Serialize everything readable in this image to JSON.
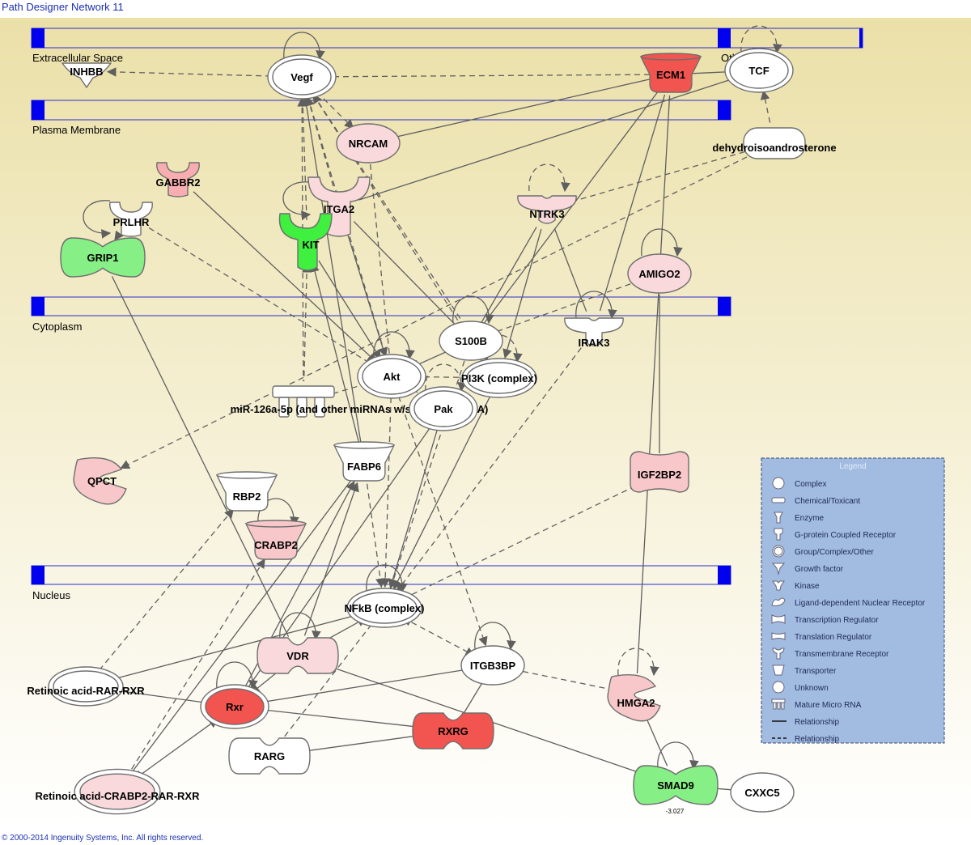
{
  "title": "Path Designer Network 11",
  "footer": "© 2000-2014 Ingenuity Systems, Inc. All rights reserved.",
  "colors": {
    "bg_top": "#ebe0a8",
    "bg_bottom": "#ffffff",
    "membrane_block": "#0000ee",
    "membrane_line": "#2b2bcc",
    "edge": "#5f5f5f",
    "red": "#f2544f",
    "pink": "#f9d9db",
    "light_pink": "#f8c7c9",
    "salmon": "#f8aeb0",
    "green": "#86f086",
    "bright_green": "#3ff03f",
    "white": "#ffffff",
    "legend_bg": "#a2bbe1"
  },
  "compartments": {
    "extracellular": "Extracellular Space",
    "other": "Other",
    "plasma_membrane": "Plasma Membrane",
    "cytoplasm": "Cytoplasm",
    "nucleus": "Nucleus"
  },
  "nodes": {
    "INHBB": {
      "label": "INHBB",
      "shape": "growth-factor",
      "fill": "white"
    },
    "Vegf": {
      "label": "Vegf",
      "shape": "group",
      "fill": "white"
    },
    "ECM1": {
      "label": "ECM1",
      "shape": "transporter",
      "fill": "red"
    },
    "TCF": {
      "label": "TCF",
      "shape": "group",
      "fill": "white"
    },
    "NRCAM": {
      "label": "NRCAM",
      "shape": "other",
      "fill": "pink"
    },
    "dehydroisoandrosterone": {
      "label": "dehydroisoandrosterone",
      "shape": "chemical",
      "fill": "white"
    },
    "GABBR2": {
      "label": "GABBR2",
      "shape": "gpcr",
      "fill": "salmon"
    },
    "ITGA2": {
      "label": "ITGA2",
      "shape": "transmembrane-receptor",
      "fill": "pink"
    },
    "PRLHR": {
      "label": "PRLHR",
      "shape": "gpcr",
      "fill": "white"
    },
    "NTRK3": {
      "label": "NTRK3",
      "shape": "kinase",
      "fill": "pink"
    },
    "KIT": {
      "label": "KIT",
      "shape": "kinase-receptor",
      "fill": "bright_green"
    },
    "GRIP1": {
      "label": "GRIP1",
      "shape": "transcription-regulator",
      "fill": "green"
    },
    "AMIGO2": {
      "label": "AMIGO2",
      "shape": "other",
      "fill": "pink"
    },
    "S100B": {
      "label": "S100B",
      "shape": "other",
      "fill": "white"
    },
    "IRAK3": {
      "label": "IRAK3",
      "shape": "kinase",
      "fill": "white"
    },
    "Akt": {
      "label": "Akt",
      "shape": "group",
      "fill": "white"
    },
    "PI3K": {
      "label": "PI3K (complex)",
      "shape": "complex",
      "fill": "white"
    },
    "miR126": {
      "label": "miR-126a-5p (and other miRNAs w/seed AUUAUUA)",
      "shape": "mirna",
      "fill": "white"
    },
    "Pak": {
      "label": "Pak",
      "shape": "group",
      "fill": "white"
    },
    "FABP6": {
      "label": "FABP6",
      "shape": "transporter",
      "fill": "white"
    },
    "QPCT": {
      "label": "QPCT",
      "shape": "enzyme",
      "fill": "light_pink"
    },
    "IGF2BP2": {
      "label": "IGF2BP2",
      "shape": "translation-regulator",
      "fill": "light_pink"
    },
    "RBP2": {
      "label": "RBP2",
      "shape": "transporter",
      "fill": "white"
    },
    "CRABP2": {
      "label": "CRABP2",
      "shape": "transporter",
      "fill": "light_pink"
    },
    "NFkB": {
      "label": "NFkB (complex)",
      "shape": "complex",
      "fill": "white"
    },
    "VDR": {
      "label": "VDR",
      "shape": "ligand-receptor",
      "fill": "pink"
    },
    "ITGB3BP": {
      "label": "ITGB3BP",
      "shape": "other",
      "fill": "white"
    },
    "HMGA2": {
      "label": "HMGA2",
      "shape": "enzyme",
      "fill": "light_pink"
    },
    "RetinoicRAR": {
      "label": "Retinoic acid-RAR-RXR",
      "shape": "complex",
      "fill": "white"
    },
    "Rxr": {
      "label": "Rxr",
      "shape": "group",
      "fill": "red"
    },
    "RXRG": {
      "label": "RXRG",
      "shape": "ligand-receptor",
      "fill": "red"
    },
    "RARG": {
      "label": "RARG",
      "shape": "ligand-receptor",
      "fill": "white"
    },
    "RetinoicCRABP2": {
      "label": "Retinoic acid-CRABP2-RAR-RXR",
      "shape": "complex",
      "fill": "pink"
    },
    "SMAD9": {
      "label": "SMAD9",
      "shape": "transcription-regulator",
      "fill": "green"
    },
    "CXXC5": {
      "label": "CXXC5",
      "shape": "other",
      "fill": "white"
    }
  },
  "smad9_value": "-3.027",
  "legend": {
    "title": "Legend",
    "items": [
      {
        "icon": "complex",
        "label": "Complex"
      },
      {
        "icon": "chemical",
        "label": "Chemical/Toxicant"
      },
      {
        "icon": "enzyme",
        "label": "Enzyme"
      },
      {
        "icon": "gpcr",
        "label": "G-protein Coupled Receptor"
      },
      {
        "icon": "group",
        "label": "Group/Complex/Other"
      },
      {
        "icon": "growth-factor",
        "label": "Growth factor"
      },
      {
        "icon": "kinase",
        "label": "Kinase"
      },
      {
        "icon": "ligand-receptor",
        "label": "Ligand-dependent Nuclear Receptor"
      },
      {
        "icon": "transcription-regulator",
        "label": "Transcription Regulator"
      },
      {
        "icon": "translation-regulator",
        "label": "Translation Regulator"
      },
      {
        "icon": "transmembrane-receptor",
        "label": "Transmembrane Receptor"
      },
      {
        "icon": "transporter",
        "label": "Transporter"
      },
      {
        "icon": "unknown",
        "label": "Unknown"
      },
      {
        "icon": "mirna",
        "label": "Mature Micro RNA"
      },
      {
        "icon": "solid-line",
        "label": "Relationship"
      },
      {
        "icon": "dashed-line",
        "label": "Relationship"
      }
    ]
  },
  "edges": [
    {
      "from": "Vegf",
      "to": "INHBB",
      "style": "dashed",
      "arrow": "end"
    },
    {
      "from": "ECM1",
      "to": "Vegf",
      "style": "dashed",
      "arrow": "none"
    },
    {
      "from": "TCF",
      "to": "ECM1",
      "style": "solid",
      "arrow": "none"
    },
    {
      "from": "ECM1",
      "to": "NRCAM",
      "style": "solid",
      "arrow": "end"
    },
    {
      "from": "ECM1",
      "to": "S100B",
      "style": "solid",
      "arrow": "none"
    },
    {
      "from": "ECM1",
      "to": "IRAK3",
      "style": "solid",
      "arrow": "none"
    },
    {
      "from": "TCF",
      "to": "ITGA2",
      "style": "solid",
      "arrow": "none"
    },
    {
      "from": "dehydroisoandrosterone",
      "to": "TCF",
      "style": "dashed",
      "arrow": "end"
    },
    {
      "from": "dehydroisoandrosterone",
      "to": "QPCT",
      "style": "dashed",
      "arrow": "end"
    },
    {
      "from": "dehydroisoandrosterone",
      "to": "NTRK3",
      "style": "dashed",
      "arrow": "none"
    },
    {
      "from": "Vegf",
      "to": "NRCAM",
      "style": "dashed",
      "arrow": "end"
    },
    {
      "from": "Vegf",
      "to": "KIT",
      "style": "dashed",
      "arrow": "start"
    },
    {
      "from": "Vegf",
      "to": "ITGA2",
      "style": "dashed",
      "arrow": "start"
    },
    {
      "from": "Vegf",
      "to": "Akt",
      "style": "dashed",
      "arrow": "end"
    },
    {
      "from": "Vegf",
      "to": "PI3K",
      "style": "dashed",
      "arrow": "end"
    },
    {
      "from": "Vegf",
      "to": "S100B",
      "style": "dashed",
      "arrow": "start"
    },
    {
      "from": "Vegf",
      "to": "FABP6",
      "style": "solid",
      "arrow": "start"
    },
    {
      "from": "Vegf",
      "to": "miR126",
      "style": "dashed",
      "arrow": "start"
    },
    {
      "from": "NRCAM",
      "to": "Akt",
      "style": "dashed",
      "arrow": "none"
    },
    {
      "from": "GABBR2",
      "to": "Akt",
      "style": "solid",
      "arrow": "end"
    },
    {
      "from": "PRLHR",
      "to": "GRIP1",
      "style": "solid",
      "arrow": "end"
    },
    {
      "from": "PRLHR",
      "to": "Akt",
      "style": "dashed",
      "arrow": "end"
    },
    {
      "from": "GRIP1",
      "to": "VDR",
      "style": "solid",
      "arrow": "none"
    },
    {
      "from": "ITGA2",
      "to": "Akt",
      "style": "solid",
      "arrow": "end"
    },
    {
      "from": "ITGA2",
      "to": "S100B",
      "style": "solid",
      "arrow": "none"
    },
    {
      "from": "KIT",
      "to": "miR126",
      "style": "dashed",
      "arrow": "start"
    },
    {
      "from": "KIT",
      "to": "Akt",
      "style": "solid",
      "arrow": "end"
    },
    {
      "from": "FABP6",
      "to": "KIT",
      "style": "solid",
      "arrow": "end"
    },
    {
      "from": "NTRK3",
      "to": "S100B",
      "style": "solid",
      "arrow": "none"
    },
    {
      "from": "NTRK3",
      "to": "PI3K",
      "style": "solid",
      "arrow": "end"
    },
    {
      "from": "NTRK3",
      "to": "IRAK3",
      "style": "solid",
      "arrow": "none"
    },
    {
      "from": "AMIGO2",
      "to": "S100B",
      "style": "dashed",
      "arrow": "none"
    },
    {
      "from": "S100B",
      "to": "Akt",
      "style": "solid",
      "arrow": "end"
    },
    {
      "from": "PI3K",
      "to": "Akt",
      "style": "dashed",
      "arrow": "end"
    },
    {
      "from": "Pak",
      "to": "Akt",
      "style": "dashed",
      "arrow": "none"
    },
    {
      "from": "miR126",
      "to": "Akt",
      "style": "dashed",
      "arrow": "none"
    },
    {
      "from": "Akt",
      "to": "NFkB",
      "style": "dashed",
      "arrow": "end"
    },
    {
      "from": "PI3K",
      "to": "NFkB",
      "style": "solid",
      "arrow": "end"
    },
    {
      "from": "Pak",
      "to": "NFkB",
      "style": "solid",
      "arrow": "end"
    },
    {
      "from": "IRAK3",
      "to": "NFkB",
      "style": "dashed",
      "arrow": "end"
    },
    {
      "from": "S100B",
      "to": "NFkB",
      "style": "dashed",
      "arrow": "end"
    },
    {
      "from": "FABP6",
      "to": "NFkB",
      "style": "dashed",
      "arrow": "end"
    },
    {
      "from": "Pak",
      "to": "Rxr",
      "style": "solid",
      "arrow": "none"
    },
    {
      "from": "FABP6",
      "to": "VDR",
      "style": "solid",
      "arrow": "start"
    },
    {
      "from": "FABP6",
      "to": "Rxr",
      "style": "solid",
      "arrow": "start"
    },
    {
      "from": "FABP6",
      "to": "RetinoicCRABP2",
      "style": "solid",
      "arrow": "none"
    },
    {
      "from": "RBP2",
      "to": "RetinoicRAR",
      "style": "dashed",
      "arrow": "start"
    },
    {
      "from": "CRABP2",
      "to": "RetinoicCRABP2",
      "style": "dashed",
      "arrow": "start"
    },
    {
      "from": "Akt",
      "to": "ITGB3BP",
      "style": "dashed",
      "arrow": "end"
    },
    {
      "from": "NFkB",
      "to": "RetinoicRAR",
      "style": "solid",
      "arrow": "none"
    },
    {
      "from": "NFkB",
      "to": "RARG",
      "style": "dashed",
      "arrow": "none"
    },
    {
      "from": "VDR",
      "to": "NFkB",
      "style": "solid",
      "arrow": "end"
    },
    {
      "from": "VDR",
      "to": "Rxr",
      "style": "solid",
      "arrow": "end"
    },
    {
      "from": "VDR",
      "to": "SMAD9",
      "style": "solid",
      "arrow": "none"
    },
    {
      "from": "RetinoicRAR",
      "to": "Rxr",
      "style": "solid",
      "arrow": "end"
    },
    {
      "from": "Rxr",
      "to": "RXRG",
      "style": "solid",
      "arrow": "end"
    },
    {
      "from": "RARG",
      "to": "RXRG",
      "style": "solid",
      "arrow": "none"
    },
    {
      "from": "ITGB3BP",
      "to": "Rxr",
      "style": "solid",
      "arrow": "end"
    },
    {
      "from": "ITGB3BP",
      "to": "RXRG",
      "style": "solid",
      "arrow": "none"
    },
    {
      "from": "ITGB3BP",
      "to": "HMGA2",
      "style": "dashed",
      "arrow": "none"
    },
    {
      "from": "NFkB",
      "to": "ITGB3BP",
      "style": "dashed",
      "arrow": "both"
    },
    {
      "from": "RetinoicCRABP2",
      "to": "Rxr",
      "style": "solid",
      "arrow": "both"
    },
    {
      "from": "SMAD9",
      "to": "CXXC5",
      "style": "solid",
      "arrow": "none"
    },
    {
      "from": "HMGA2",
      "to": "SMAD9",
      "style": "solid",
      "arrow": "none"
    },
    {
      "from": "ECM1",
      "to": "HMGA2",
      "style": "solid",
      "arrow": "none"
    },
    {
      "from": "AMIGO2",
      "to": "IGF2BP2",
      "style": "solid",
      "arrow": "none"
    },
    {
      "from": "NFkB",
      "to": "IGF2BP2",
      "style": "dashed",
      "arrow": "none"
    }
  ]
}
